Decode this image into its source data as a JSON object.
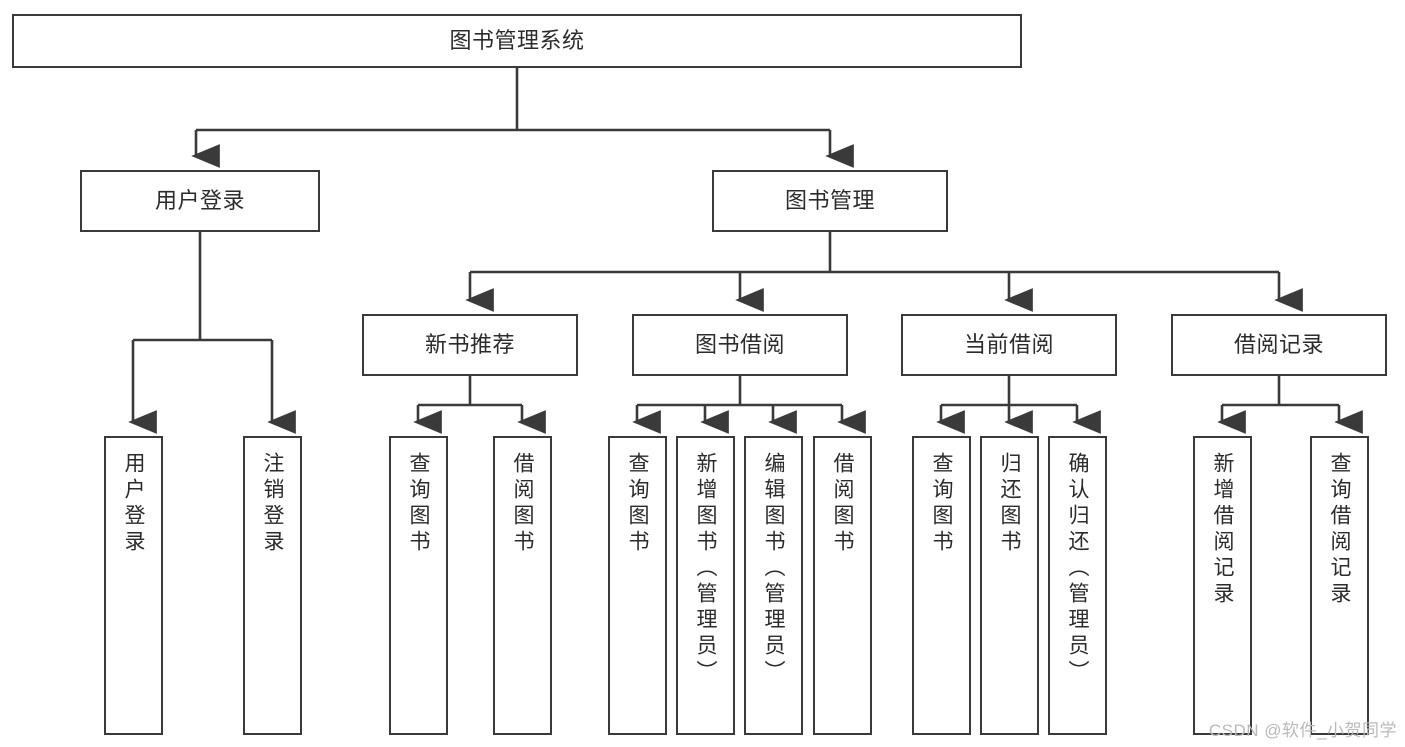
{
  "diagram": {
    "type": "tree-hierarchy",
    "root": {
      "label": "图书管理系统"
    },
    "level2": [
      {
        "label": "用户登录"
      },
      {
        "label": "图书管理"
      }
    ],
    "level3": [
      {
        "label": "新书推荐"
      },
      {
        "label": "图书借阅"
      },
      {
        "label": "当前借阅"
      },
      {
        "label": "借阅记录"
      }
    ],
    "leaves": {
      "user_login": [
        {
          "label": "用户登录"
        },
        {
          "label": "注销登录"
        }
      ],
      "new_book_recommend": [
        {
          "label": "查询图书"
        },
        {
          "label": "借阅图书"
        }
      ],
      "book_borrow": [
        {
          "label": "查询图书"
        },
        {
          "label": "新增图书（管理员）"
        },
        {
          "label": "编辑图书（管理员）"
        },
        {
          "label": "借阅图书"
        }
      ],
      "current_borrow": [
        {
          "label": "查询图书"
        },
        {
          "label": "归还图书"
        },
        {
          "label": "确认归还（管理员）"
        }
      ],
      "borrow_record": [
        {
          "label": "新增借阅记录"
        },
        {
          "label": "查询借阅记录"
        }
      ]
    }
  },
  "watermark": {
    "text": "CSDN @软件_小贺同学"
  },
  "colors": {
    "border": "#3a3a3a",
    "text": "#2b2b2b",
    "background": "#ffffff",
    "watermark": "#b9b9b9"
  }
}
